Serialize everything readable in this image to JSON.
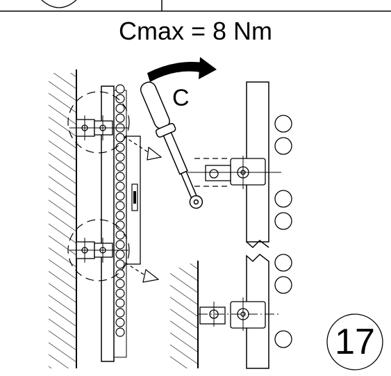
{
  "header": {
    "torque_spec": "Cmax = 8 Nm"
  },
  "labels": {
    "rotation_label": "C"
  },
  "step": {
    "number": "17"
  },
  "colors": {
    "ink": "#000000",
    "background": "#ffffff"
  },
  "icons": {
    "rotation_arrow": "curved-arrow-icon",
    "torque_wrench": "torque-wrench-icon"
  }
}
